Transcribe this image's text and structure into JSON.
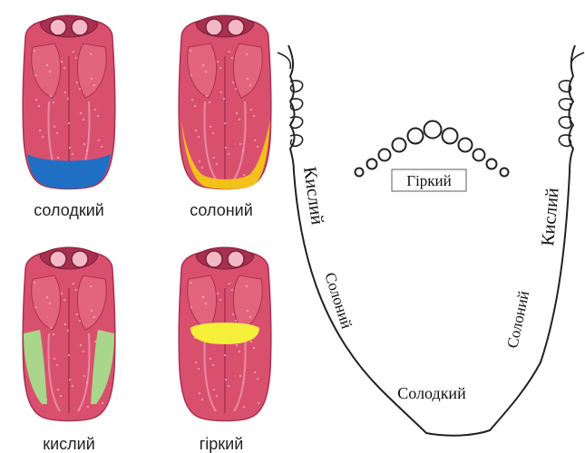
{
  "tongues": [
    {
      "caption": "солодкий",
      "zone": "tip",
      "zone_color": "#1f6fc4"
    },
    {
      "caption": "солоний",
      "zone": "sides-front",
      "zone_color": "#f2c21a"
    },
    {
      "caption": "кислий",
      "zone": "sides-middle",
      "zone_color": "#a9d68a"
    },
    {
      "caption": "гіркий",
      "zone": "back",
      "zone_color": "#f5ef3a"
    }
  ],
  "map": {
    "bitter": "Гіркий",
    "sour_left": "Кислий",
    "sour_right": "Кислий",
    "salty_left": "Солоний",
    "salty_right": "Солоний",
    "sweet": "Солодкий"
  },
  "colors": {
    "tongue_fill": "#d9506f",
    "tongue_dark": "#a8304f",
    "tongue_light": "#f0a3b6",
    "outline": "#222222"
  }
}
